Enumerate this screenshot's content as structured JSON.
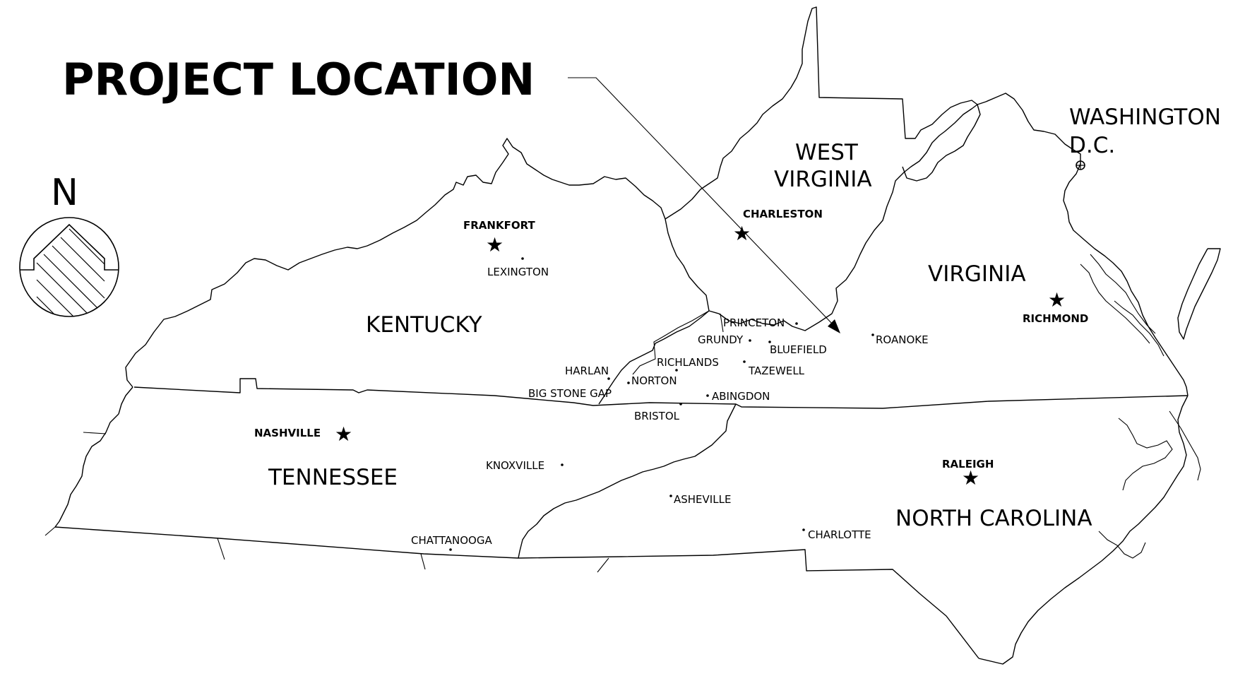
{
  "title": "PROJECT LOCATION",
  "north_label": "N",
  "states": {
    "kentucky": "KENTUCKY",
    "west_virginia_line1": "WEST",
    "west_virginia_line2": "VIRGINIA",
    "virginia": "VIRGINIA",
    "tennessee": "TENNESSEE",
    "north_carolina": "NORTH CAROLINA"
  },
  "washington_line1": "WASHINGTON",
  "washington_line2": "D.C.",
  "capitals": {
    "frankfort": "FRANKFORT",
    "charleston": "CHARLESTON",
    "richmond": "RICHMOND",
    "nashville": "NASHVILLE",
    "raleigh": "RALEIGH"
  },
  "cities": {
    "lexington": "LEXINGTON",
    "princeton": "PRINCETON",
    "grundy": "GRUNDY",
    "bluefield": "BLUEFIELD",
    "roanoke": "ROANOKE",
    "harlan": "HARLAN",
    "richlands": "RICHLANDS",
    "tazewell": "TAZEWELL",
    "norton": "NORTON",
    "big_stone_gap": "BIG STONE GAP",
    "abingdon": "ABINGDON",
    "bristol": "BRISTOL",
    "knoxville": "KNOXVILLE",
    "asheville": "ASHEVILLE",
    "charlotte": "CHARLOTTE",
    "chattanooga": "CHATTANOOGA"
  },
  "colors": {
    "ink": "#000000",
    "background": "#ffffff"
  }
}
